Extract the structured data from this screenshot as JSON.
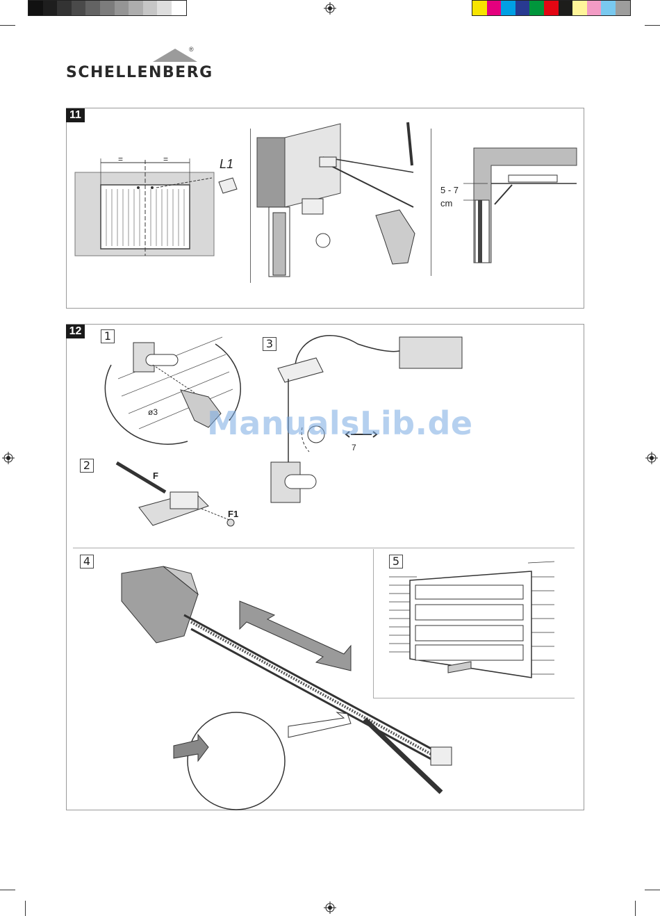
{
  "header": {
    "brand": "SCHELLENBERG",
    "registered_mark": "®"
  },
  "print_marks": {
    "gray_scale": [
      "#111111",
      "#1e1e1e",
      "#333333",
      "#4a4a4a",
      "#636363",
      "#7c7c7c",
      "#959595",
      "#adadad",
      "#c6c6c6",
      "#dedede",
      "#ffffff"
    ],
    "color_scale": [
      "#f7e400",
      "#e4007e",
      "#00a0e4",
      "#283a91",
      "#00963c",
      "#e30613",
      "#1d1d1b",
      "#fff59a",
      "#f29bc4",
      "#79c9ef",
      "#9d9d9c"
    ]
  },
  "step11": {
    "badge": "11",
    "label_L1": "L1",
    "eq_left": "=",
    "eq_right": "=",
    "dim_value": "5 - 7",
    "dim_unit": "cm"
  },
  "step12": {
    "badge": "12",
    "sub1": "1",
    "sub2": "2",
    "sub3": "3",
    "sub4": "4",
    "sub5": "5",
    "drill_diameter": "ø3",
    "label_F": "F",
    "label_F1": "F1",
    "wrench_size": "7"
  },
  "watermark": "ManualsLib.de"
}
